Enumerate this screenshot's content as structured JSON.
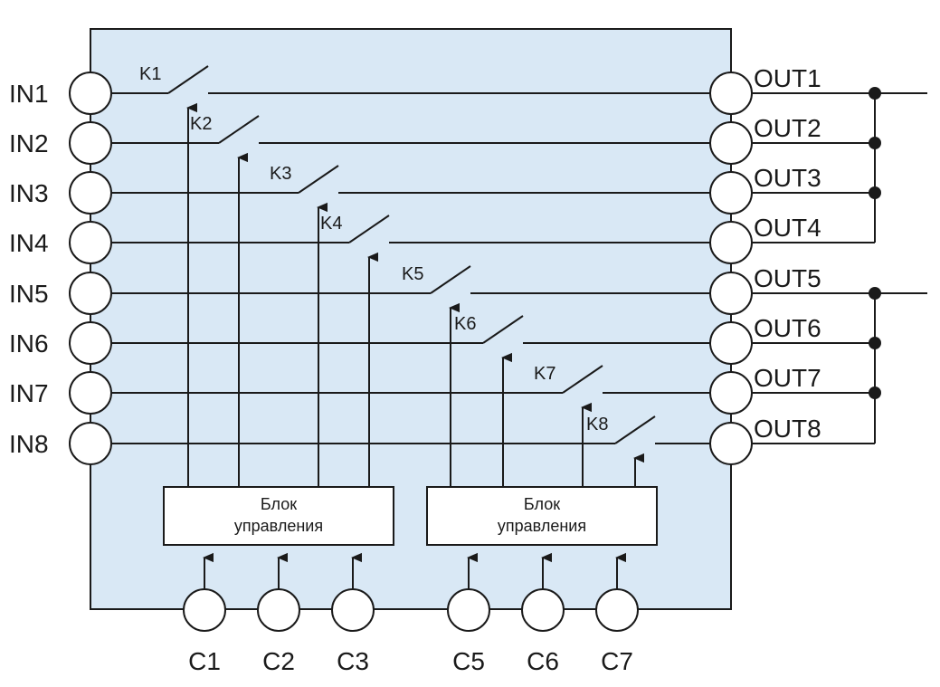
{
  "inputs": [
    "IN1",
    "IN2",
    "IN3",
    "IN4",
    "IN5",
    "IN6",
    "IN7",
    "IN8"
  ],
  "outputs": [
    "OUT1",
    "OUT2",
    "OUT3",
    "OUT4",
    "OUT5",
    "OUT6",
    "OUT7",
    "OUT8"
  ],
  "switches": [
    "K1",
    "K2",
    "K3",
    "K4",
    "K5",
    "K6",
    "K7",
    "K8"
  ],
  "control_pins": [
    "C1",
    "C2",
    "C3",
    "C5",
    "C6",
    "C7"
  ],
  "control_blocks": [
    {
      "line1": "Блок",
      "line2": "управления"
    },
    {
      "line1": "Блок",
      "line2": "управления"
    }
  ],
  "colors": {
    "chip_fill": "#d9e8f5",
    "line": "#1a1a1a",
    "terminal_fill": "#ffffff"
  }
}
